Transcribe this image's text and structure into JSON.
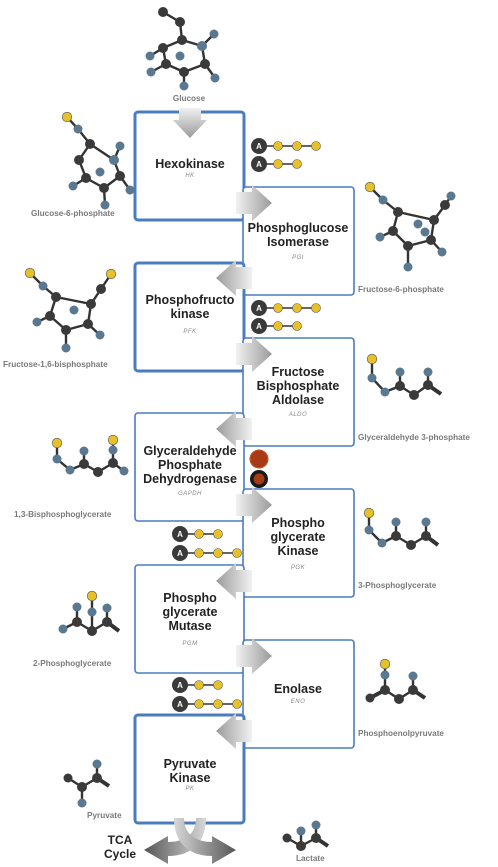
{
  "enzymes": [
    {
      "id": "hk",
      "lines": [
        "Hexokinase"
      ],
      "abbr": "HK",
      "border": "thick"
    },
    {
      "id": "pgi",
      "lines": [
        "Phosphoglucose",
        "Isomerase"
      ],
      "abbr": "PGI",
      "border": "thin"
    },
    {
      "id": "pfk",
      "lines": [
        "Phosphofructo",
        "kinase"
      ],
      "abbr": "PFK",
      "border": "thick"
    },
    {
      "id": "aldo",
      "lines": [
        "Fructose",
        "Bisphosphate",
        "Aldolase"
      ],
      "abbr": "ALDO",
      "border": "thin"
    },
    {
      "id": "gapdh",
      "lines": [
        "Glyceraldehyde",
        "Phosphate",
        "Dehydrogenase"
      ],
      "abbr": "GAPDH",
      "border": "thin"
    },
    {
      "id": "pgk",
      "lines": [
        "Phospho",
        "glycerate",
        "Kinase"
      ],
      "abbr": "PGK",
      "border": "thin"
    },
    {
      "id": "pgm",
      "lines": [
        "Phospho",
        "glycerate",
        "Mutase"
      ],
      "abbr": "PGM",
      "border": "thin"
    },
    {
      "id": "eno",
      "lines": [
        "Enolase"
      ],
      "abbr": "ENO",
      "border": "thin"
    },
    {
      "id": "pk",
      "lines": [
        "Pyruvate",
        "Kinase"
      ],
      "abbr": "PK",
      "border": "thick"
    }
  ],
  "metabolites": {
    "glucose": "Glucose",
    "g6p": "Glucose-6-phosphate",
    "f6p": "Fructose-6-phosphate",
    "f16bp": "Fructose-1,6-bisphosphate",
    "g3p": "Glyceraldehyde 3-phosphate",
    "bpg13": "1,3-Bisphosphoglycerate",
    "pg3": "3-Phosphoglycerate",
    "pg2": "2-Phosphoglycerate",
    "pep": "Phosphoenolpyruvate",
    "pyruvate": "Pyruvate",
    "lactate": "Lactate"
  },
  "tca_line1": "TCA",
  "tca_line2": "Cycle",
  "atp_letter": "A",
  "colors": {
    "box_border": "#4a7cc0",
    "atom_dark": "#3a3a3a",
    "atom_blue": "#5a7890",
    "atom_yellow": "#e6c12a",
    "bond": "#333333",
    "nad_outer": "#a83a16",
    "arrow_gray": "#b5b5b5"
  }
}
